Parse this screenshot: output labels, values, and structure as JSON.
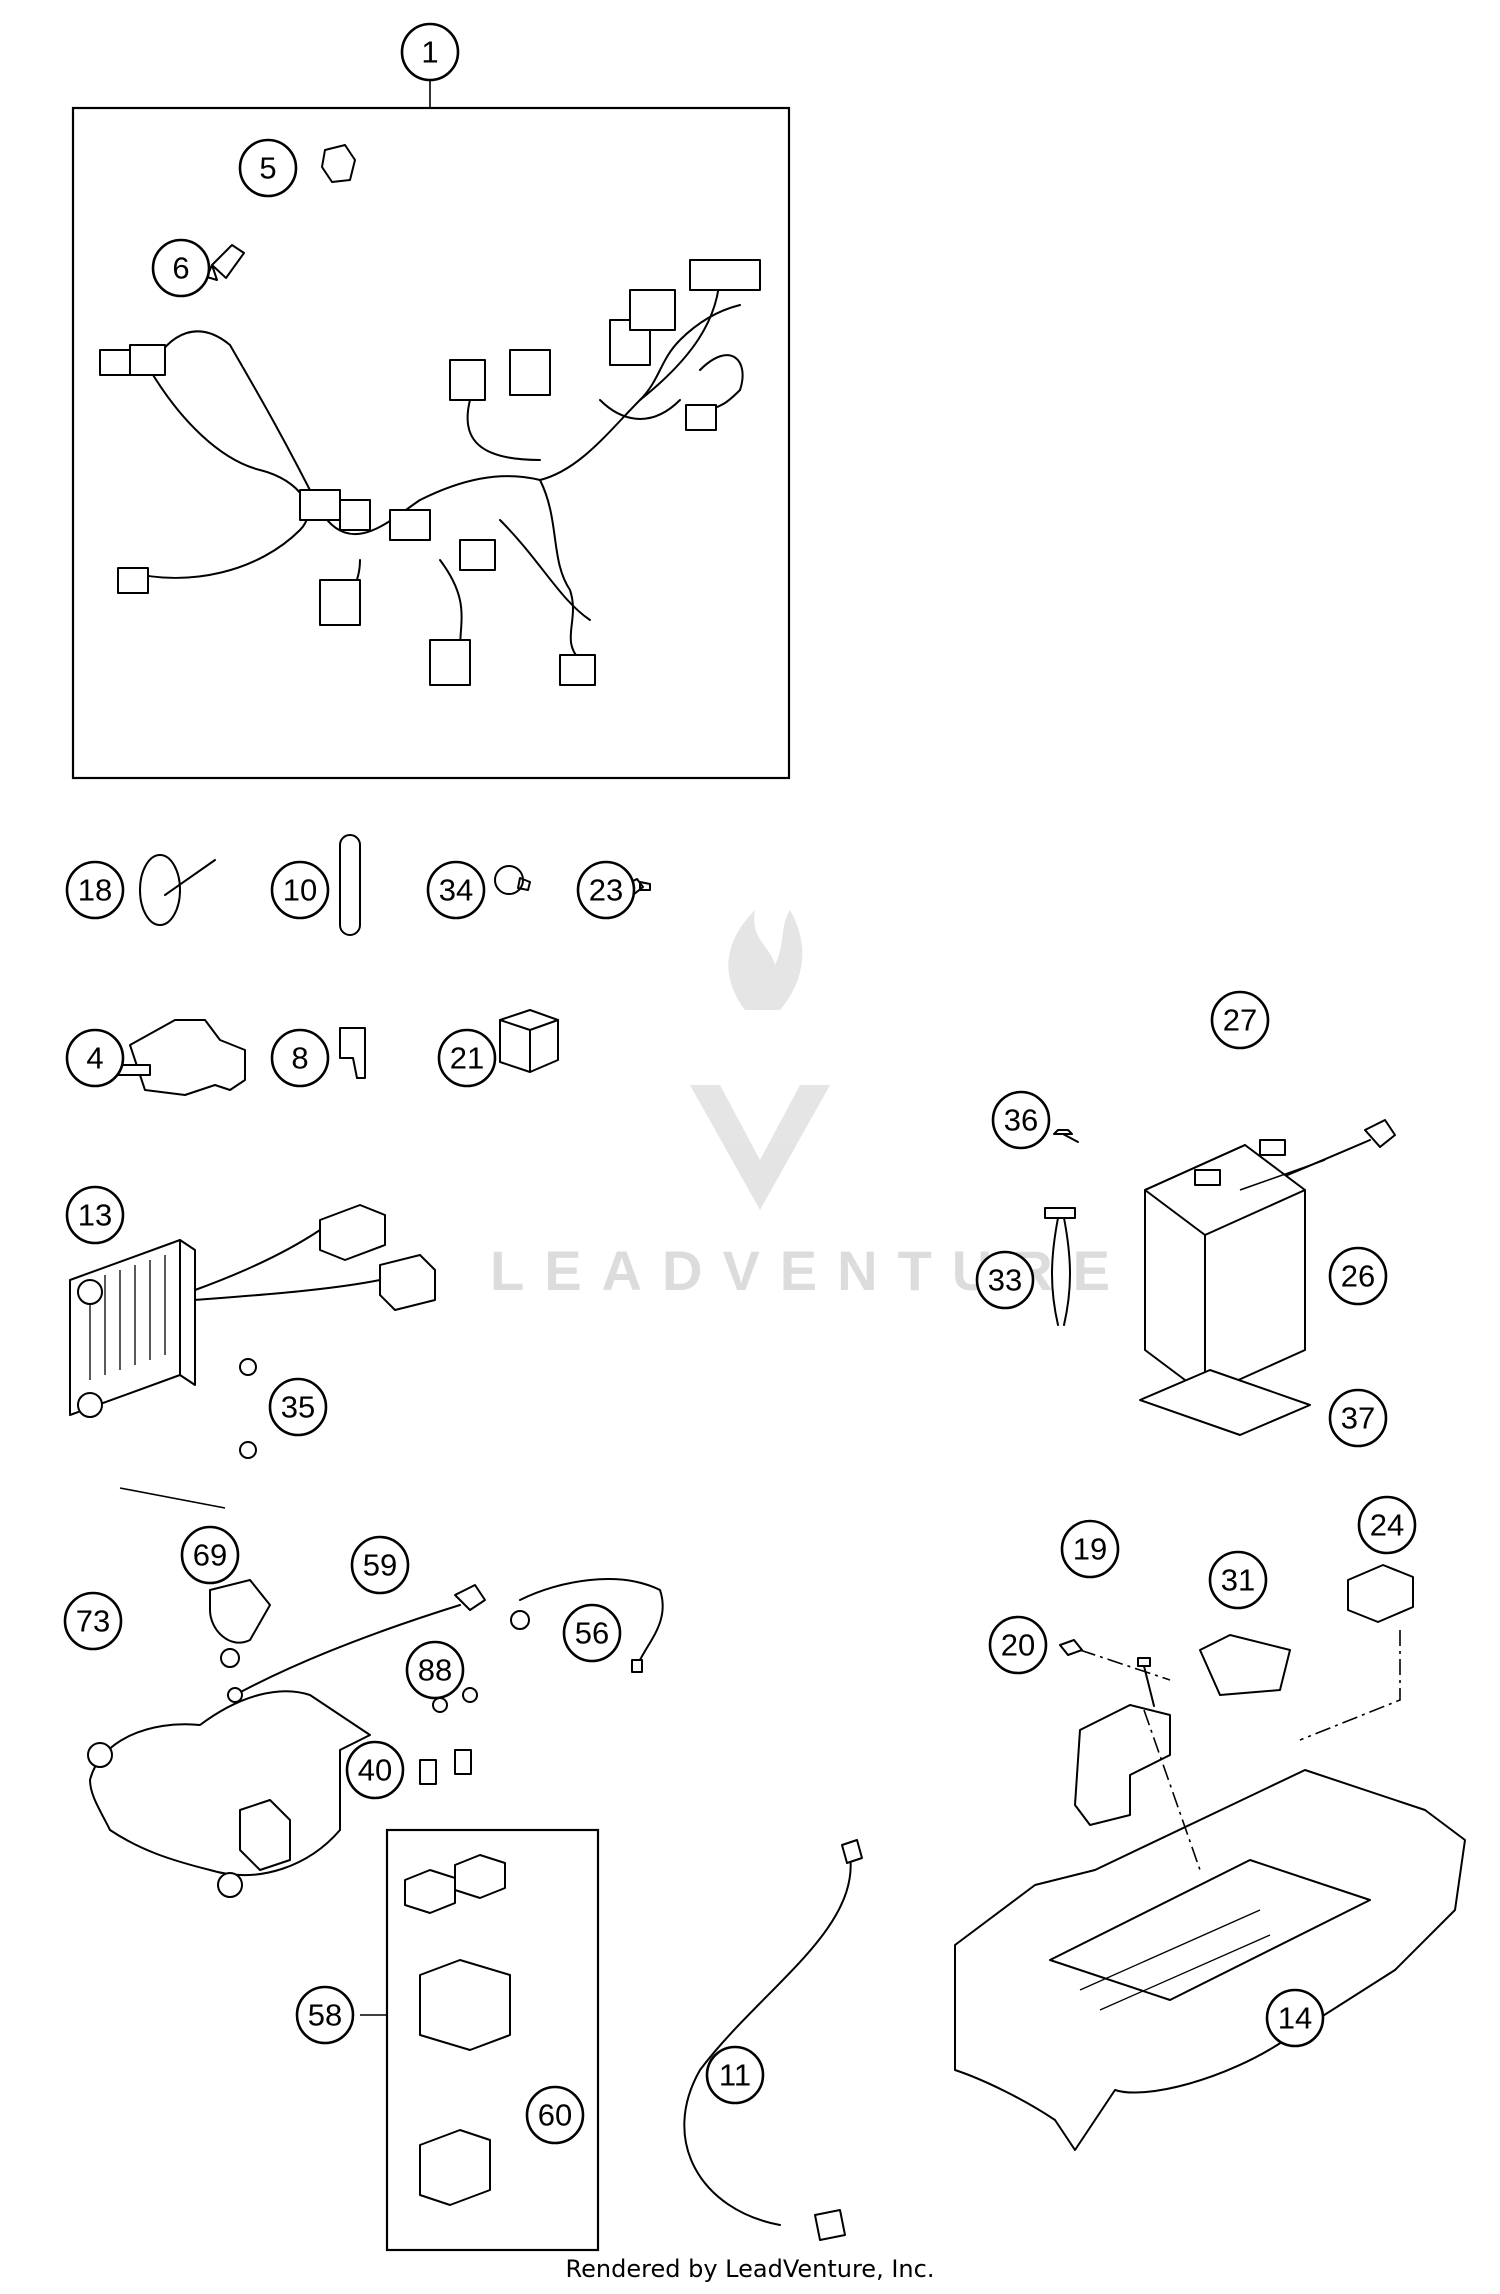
{
  "watermark": {
    "text": "LEADVENTURE"
  },
  "footer": {
    "text": "Rendered by LeadVenture, Inc."
  },
  "callouts": [
    "1",
    "5",
    "6",
    "18",
    "10",
    "34",
    "23",
    "4",
    "8",
    "21",
    "13",
    "35",
    "27",
    "36",
    "33",
    "26",
    "37",
    "69",
    "59",
    "73",
    "56",
    "88",
    "40",
    "58",
    "60",
    "11",
    "19",
    "24",
    "31",
    "20",
    "14"
  ]
}
